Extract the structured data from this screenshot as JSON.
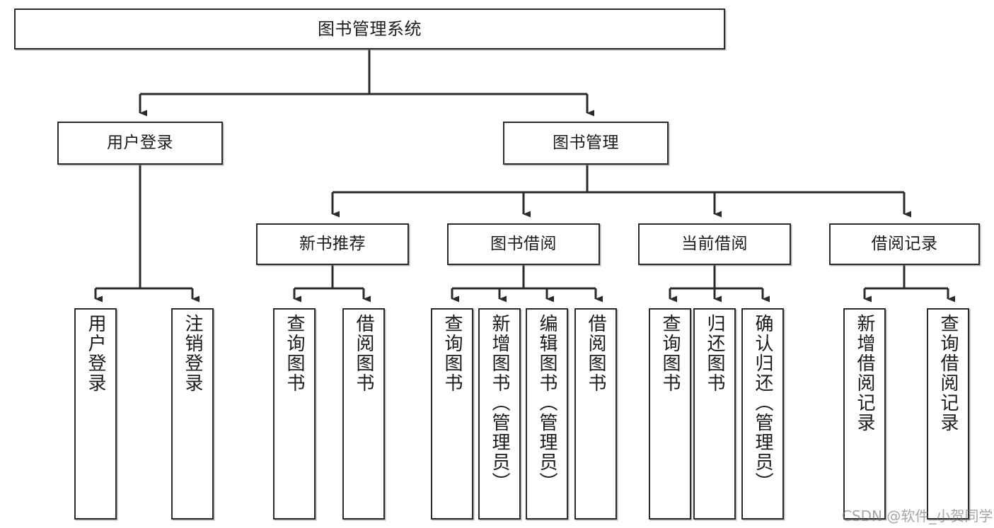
{
  "diagram": {
    "type": "tree-hierarchy",
    "title": "图书管理系统",
    "orientation": "top-down",
    "colors": {
      "node_border": "#2b2b2b",
      "node_fill": "#ffffff",
      "edge": "#2b2b2b",
      "canvas": "#ffffff",
      "watermark": "#6e6e6e"
    },
    "watermark": "CSDN @软件_小贺同学"
  },
  "nodes": {
    "root": {
      "label": "图书管理系统"
    },
    "level2": [
      {
        "id": "user-login",
        "label": "用户登录"
      },
      {
        "id": "book-management",
        "label": "图书管理"
      }
    ],
    "level3": [
      {
        "id": "new-book-recommend",
        "label": "新书推荐"
      },
      {
        "id": "book-borrow",
        "label": "图书借阅"
      },
      {
        "id": "current-borrow",
        "label": "当前借阅"
      },
      {
        "id": "borrow-record",
        "label": "借阅记录"
      }
    ],
    "leaves": {
      "user_login": [
        {
          "id": "leaf-user-login",
          "label": "用户登录"
        },
        {
          "id": "leaf-logout-login",
          "label": "注销登录"
        }
      ],
      "new_book_recommend": [
        {
          "id": "leaf-query-book-1",
          "label": "查询图书"
        },
        {
          "id": "leaf-borrow-book-1",
          "label": "借阅图书"
        }
      ],
      "book_borrow": [
        {
          "id": "leaf-query-book-2",
          "label": "查询图书"
        },
        {
          "id": "leaf-add-book",
          "label": "新增图书（管理员）"
        },
        {
          "id": "leaf-edit-book",
          "label": "编辑图书（管理员）"
        },
        {
          "id": "leaf-borrow-book-2",
          "label": "借阅图书"
        }
      ],
      "current_borrow": [
        {
          "id": "leaf-query-book-3",
          "label": "查询图书"
        },
        {
          "id": "leaf-return-book",
          "label": "归还图书"
        },
        {
          "id": "leaf-confirm-return",
          "label": "确认归还（管理员）"
        }
      ],
      "borrow_record": [
        {
          "id": "leaf-add-record",
          "label": "新增借阅记录"
        },
        {
          "id": "leaf-query-record",
          "label": "查询借阅记录"
        }
      ]
    }
  }
}
